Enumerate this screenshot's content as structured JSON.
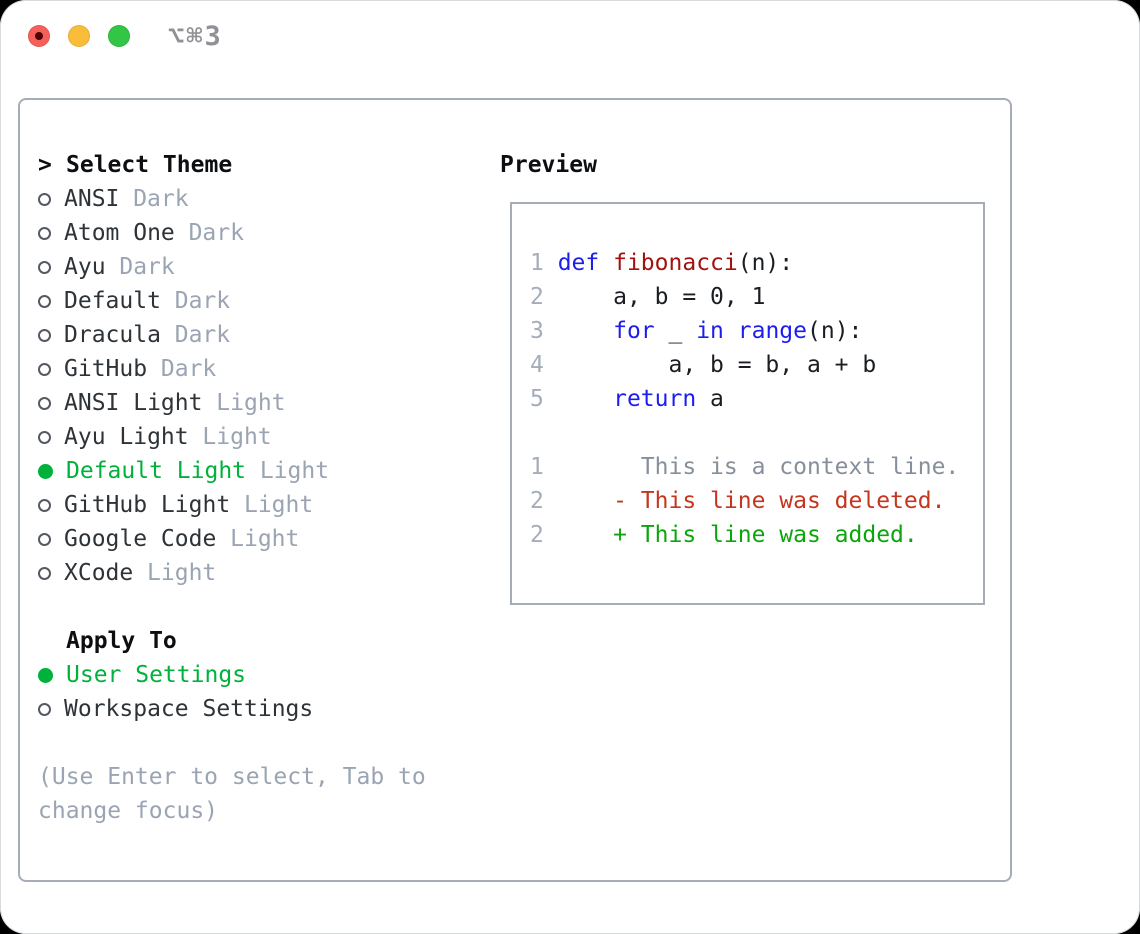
{
  "window": {
    "title": "⌥⌘3",
    "traffic_lights": [
      {
        "name": "close",
        "color": "#f6605b"
      },
      {
        "name": "minimize",
        "color": "#f9bd3b"
      },
      {
        "name": "zoom",
        "color": "#32c546"
      }
    ]
  },
  "theme_picker": {
    "header": {
      "prompt": ">",
      "label": "Select Theme"
    },
    "themes": [
      {
        "name": "ANSI",
        "variant": "Dark",
        "selected": false
      },
      {
        "name": "Atom One",
        "variant": "Dark",
        "selected": false
      },
      {
        "name": "Ayu",
        "variant": "Dark",
        "selected": false
      },
      {
        "name": "Default",
        "variant": "Dark",
        "selected": false
      },
      {
        "name": "Dracula",
        "variant": "Dark",
        "selected": false
      },
      {
        "name": "GitHub",
        "variant": "Dark",
        "selected": false
      },
      {
        "name": "ANSI Light",
        "variant": "Light",
        "selected": false
      },
      {
        "name": "Ayu Light",
        "variant": "Light",
        "selected": false
      },
      {
        "name": "Default Light",
        "variant": "Light",
        "selected": true
      },
      {
        "name": "GitHub Light",
        "variant": "Light",
        "selected": false
      },
      {
        "name": "Google Code",
        "variant": "Light",
        "selected": false
      },
      {
        "name": "XCode",
        "variant": "Light",
        "selected": false
      }
    ],
    "apply_to": {
      "label": "Apply To",
      "options": [
        {
          "name": "User Settings",
          "selected": true
        },
        {
          "name": "Workspace Settings",
          "selected": false
        }
      ]
    },
    "hint": "(Use Enter to select, Tab to change focus)"
  },
  "preview": {
    "label": "Preview",
    "code_lines": [
      {
        "num": "1",
        "segments": [
          {
            "t": "def",
            "c": "keyword"
          },
          {
            "t": " ",
            "c": "plain"
          },
          {
            "t": "fibonacci",
            "c": "function"
          },
          {
            "t": "(n):",
            "c": "plain"
          }
        ]
      },
      {
        "num": "2",
        "segments": [
          {
            "t": "    a, b = 0, 1",
            "c": "plain"
          }
        ]
      },
      {
        "num": "3",
        "segments": [
          {
            "t": "    ",
            "c": "plain"
          },
          {
            "t": "for",
            "c": "keyword"
          },
          {
            "t": " _ ",
            "c": "plain"
          },
          {
            "t": "in",
            "c": "keyword"
          },
          {
            "t": " ",
            "c": "plain"
          },
          {
            "t": "range",
            "c": "keyword"
          },
          {
            "t": "(n):",
            "c": "plain"
          }
        ]
      },
      {
        "num": "4",
        "segments": [
          {
            "t": "        a, b = b, a + b",
            "c": "plain"
          }
        ]
      },
      {
        "num": "5",
        "segments": [
          {
            "t": "    ",
            "c": "plain"
          },
          {
            "t": "return",
            "c": "keyword"
          },
          {
            "t": " a",
            "c": "plain"
          }
        ]
      }
    ],
    "diff_lines": [
      {
        "num": "1",
        "text": "      This is a context line.",
        "kind": "context"
      },
      {
        "num": "2",
        "text": "    - This line was deleted.",
        "kind": "deleted"
      },
      {
        "num": "2",
        "text": "    + This line was added.",
        "kind": "added"
      }
    ]
  },
  "colors": {
    "ui_green": "#00b13c",
    "keyword_blue": "#1d1df0",
    "function_red": "#a31212",
    "diff_red": "#c5361f",
    "diff_green": "#0ca60c",
    "muted_gray": "#9aa4b2",
    "context_gray": "#868f9a",
    "line_number_gray": "#a4adb9",
    "text_dark": "#2e3338",
    "panel_border": "#a6adb8",
    "title_gray": "#8f9196",
    "light_red": "#f6605b",
    "light_red_dot": "#4e0002",
    "light_yellow": "#f9bd3b",
    "light_green": "#32c546"
  }
}
